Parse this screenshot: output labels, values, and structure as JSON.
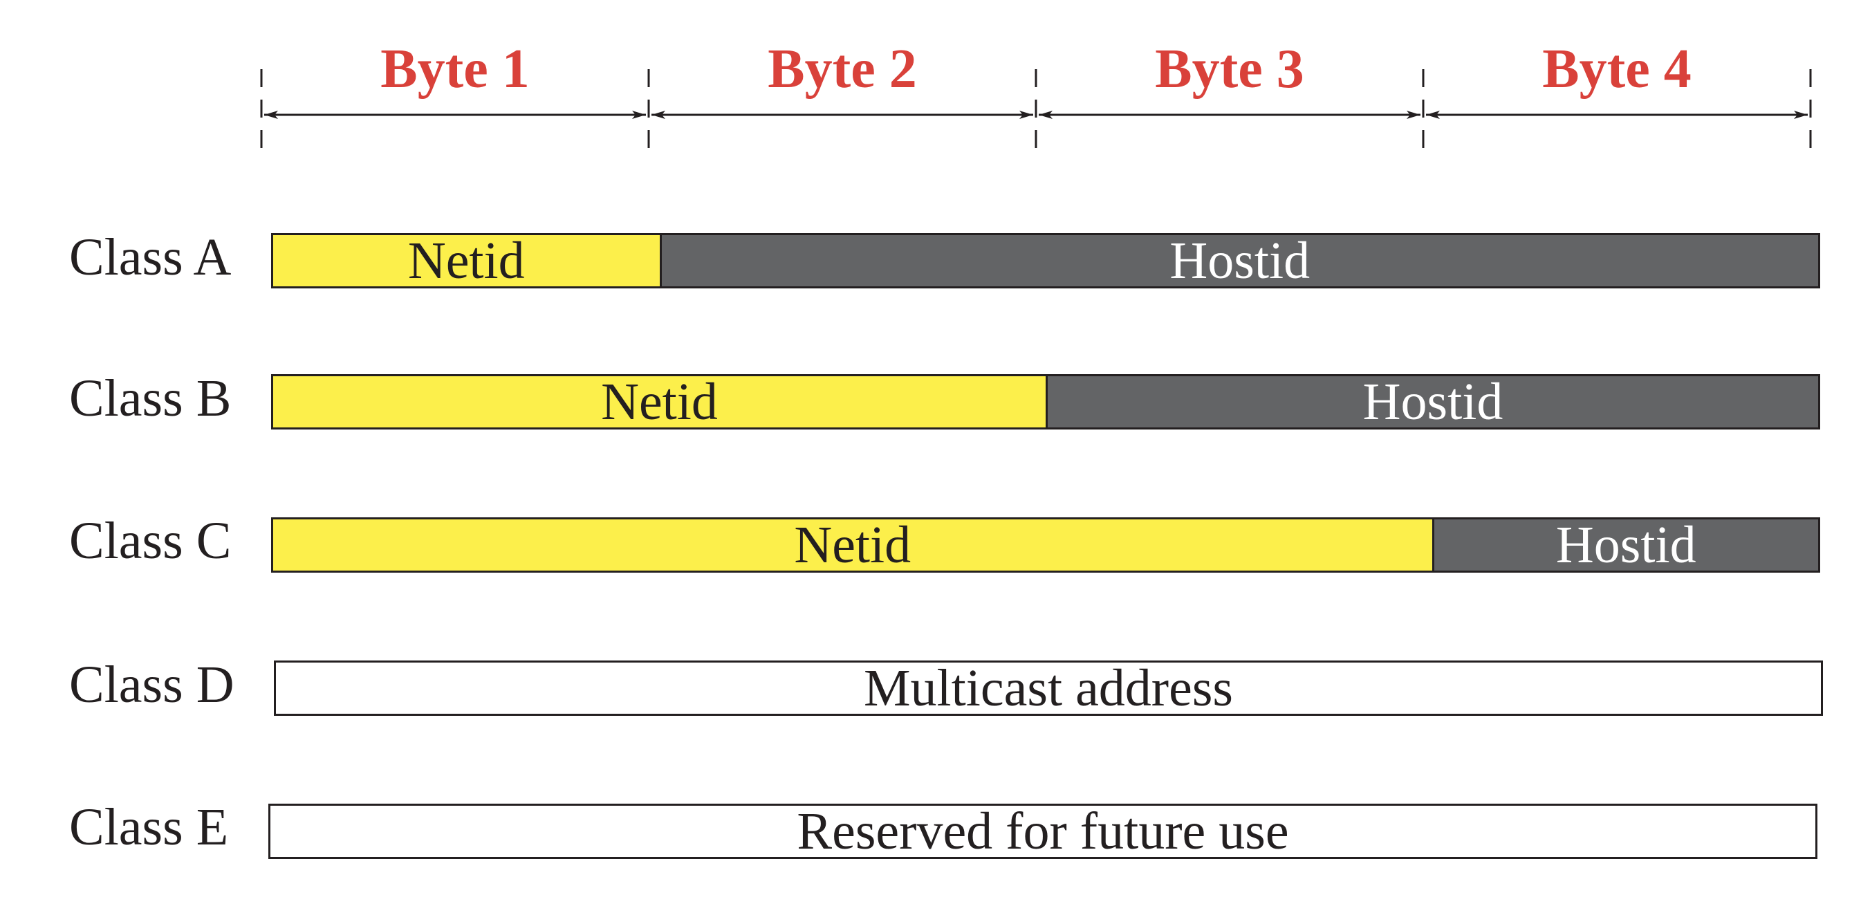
{
  "header": {
    "bytes": [
      "Byte 1",
      "Byte 2",
      "Byte 3",
      "Byte 4"
    ]
  },
  "colors": {
    "byte_label": "#d9413a",
    "netid_fill": "#fcef4b",
    "hostid_fill": "#636466",
    "outline": "#231f20"
  },
  "classes": [
    {
      "label": "Class A",
      "netid_bytes": 1,
      "host_bytes": 3,
      "netid": "Netid",
      "hostid": "Hostid"
    },
    {
      "label": "Class B",
      "netid_bytes": 2,
      "host_bytes": 2,
      "netid": "Netid",
      "hostid": "Hostid"
    },
    {
      "label": "Class C",
      "netid_bytes": 3,
      "host_bytes": 1,
      "netid": "Netid",
      "hostid": "Hostid"
    },
    {
      "label": "Class D",
      "text": "Multicast address"
    },
    {
      "label": "Class E",
      "text": "Reserved for future use"
    }
  ]
}
